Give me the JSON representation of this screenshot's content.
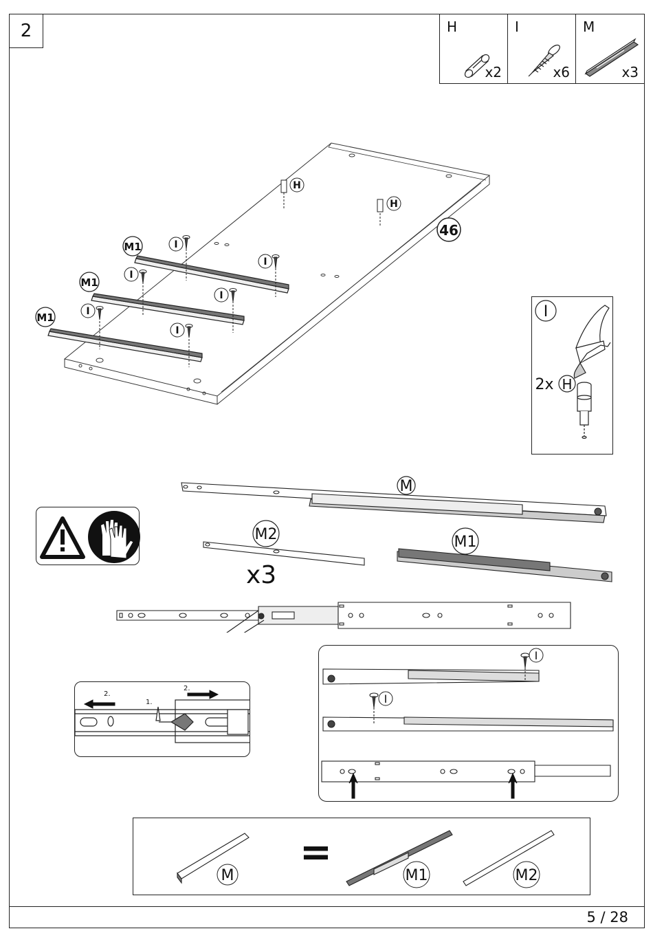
{
  "step_number": "2",
  "page": "5 / 28",
  "parts": [
    {
      "letter": "H",
      "qty": "x2",
      "icon": "dowel-icon"
    },
    {
      "letter": "I",
      "qty": "x6",
      "icon": "screw-icon"
    },
    {
      "letter": "M",
      "qty": "x3",
      "icon": "drawer-slide-icon"
    }
  ],
  "panel_number": "46",
  "callouts": {
    "h": "H",
    "i": "I",
    "m": "M",
    "m1": "M1",
    "m2": "M2"
  },
  "hammer_detail": {
    "tool_label": "I",
    "dowel_count": "2x",
    "dowel_label": "H"
  },
  "slide_multiplier": "x3",
  "zoom_steps": {
    "step1": "1.",
    "step2_left": "2.",
    "step2_right": "2."
  },
  "equation": {
    "left": "M",
    "equals": "=",
    "right_a": "M1",
    "right_b": "M2"
  }
}
